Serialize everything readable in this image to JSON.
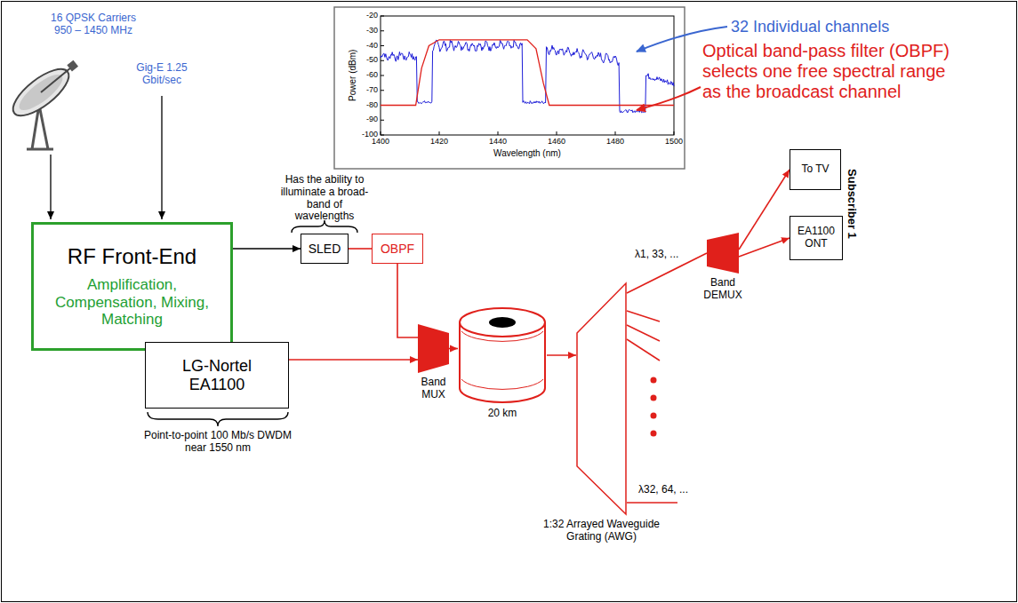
{
  "diagram": {
    "nodes": [
      {
        "text": [
          "RF Front-End",
          "Amplification, Compensation, Mixing, Matching"
        ]
      },
      {
        "text": [
          "SLED"
        ]
      },
      {
        "text": [
          "OBPF"
        ]
      },
      {
        "text": [
          "LG-Nortel EA1100"
        ]
      },
      {
        "text": [
          "Band MUX"
        ]
      },
      {
        "text": [
          "20 km"
        ]
      },
      {
        "text": [
          "1:32 Arrayed Waveguide Grating (AWG)"
        ]
      },
      {
        "text": [
          "Band DEMUX"
        ]
      },
      {
        "text": [
          "To TV"
        ]
      },
      {
        "text": [
          "EA1100 ONT"
        ]
      }
    ],
    "edges": [
      {
        "from": 0,
        "to": 1,
        "arrow": "to"
      },
      {
        "from": 1,
        "to": 2,
        "arrow": "none"
      },
      {
        "from": 2,
        "to": 4,
        "arrow": "none"
      },
      {
        "from": 3,
        "to": 4,
        "arrow": "to"
      },
      {
        "from": 4,
        "to": 5,
        "arrow": "to"
      },
      {
        "from": 5,
        "to": 6,
        "arrow": "to"
      },
      {
        "from": 6,
        "to": 7,
        "arrow": "none"
      },
      {
        "from": 7,
        "to": 8,
        "arrow": "to"
      },
      {
        "from": 7,
        "to": 9,
        "arrow": "to"
      }
    ],
    "labels": [
      "32 Individual channels",
      "Optical band-pass filter (OBPF) selects one free spectral range as the broadcast channel",
      "Power (dBm)",
      "Wavelength (nm)",
      "-20",
      "-30",
      "-40",
      "-50",
      "-60",
      "-70",
      "-80",
      "-90",
      "-100",
      "1400",
      "1420",
      "1440",
      "1460",
      "1480",
      "1500",
      "16 QPSK Carriers 950 – 1450 MHz",
      "Gig-E 1.25 Gbit/sec",
      "Has the ability to illuminate a broad-band of wavelengths",
      "Point-to-point 100 Mb/s DWDM near 1550 nm",
      "λ1, 33, ...",
      "λ32, 64, ...",
      "Subscriber 1"
    ]
  }
}
